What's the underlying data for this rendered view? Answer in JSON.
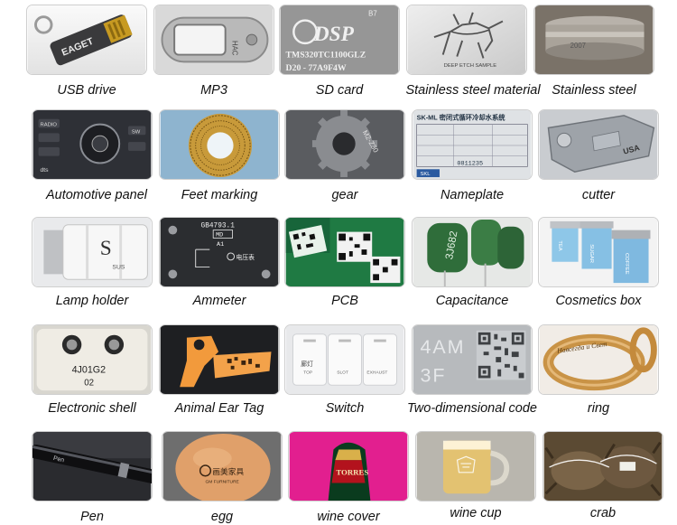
{
  "items": [
    {
      "label": "USB drive",
      "text": "EAGET"
    },
    {
      "label": "MP3",
      "text": "HAC"
    },
    {
      "label": "SD card",
      "text": "DSP",
      "text2": "TMS320TC1100GLZ",
      "text3": "D20 - 77A9F4W",
      "text4": "B7"
    },
    {
      "label": "Stainless steel material",
      "text": "DEEP ETCH SAMPLE"
    },
    {
      "label": "Stainless steel",
      "text": "2007"
    },
    {
      "label": "Automotive panel",
      "text": "RADIO",
      "text2": "SW",
      "text3": "dts"
    },
    {
      "label": "Feet marking"
    },
    {
      "label": "gear",
      "text": "M2-Z30"
    },
    {
      "label": "Nameplate",
      "text": "SK-ML 密闭式循环冷却水系统",
      "text2": "0811235",
      "text3": "SKL"
    },
    {
      "label": "cutter",
      "text": "USA"
    },
    {
      "label": "Lamp holder",
      "text": "SUS",
      "text2": "S"
    },
    {
      "label": "Ammeter",
      "text": "GB4793.1",
      "text2": "MD",
      "text3": "A1",
      "text4": "电压表"
    },
    {
      "label": "PCB"
    },
    {
      "label": "Capacitance",
      "text": "3J682"
    },
    {
      "label": "Cosmetics box",
      "text": "TEA",
      "text2": "SUGAR",
      "text3": "COFFEE"
    },
    {
      "label": "Electronic shell",
      "text": "4J01G2",
      "text2": "02"
    },
    {
      "label": "Animal Ear Tag"
    },
    {
      "label": "Switch",
      "text": "廊灯",
      "text2": "TOP",
      "text3": "SLOT",
      "text4": "EXHAUST"
    },
    {
      "label": "Two-dimensional code",
      "text": "4AM",
      "text2": "3F"
    },
    {
      "label": "ring",
      "text": "Навсегда и Свет"
    },
    {
      "label": "Pen",
      "text": "Pen"
    },
    {
      "label": "egg",
      "text": "GM FURNITURE",
      "text2": "画美家具"
    },
    {
      "label": "wine cover",
      "text": "TORRES"
    },
    {
      "label": "wine cup"
    },
    {
      "label": "crab"
    }
  ]
}
